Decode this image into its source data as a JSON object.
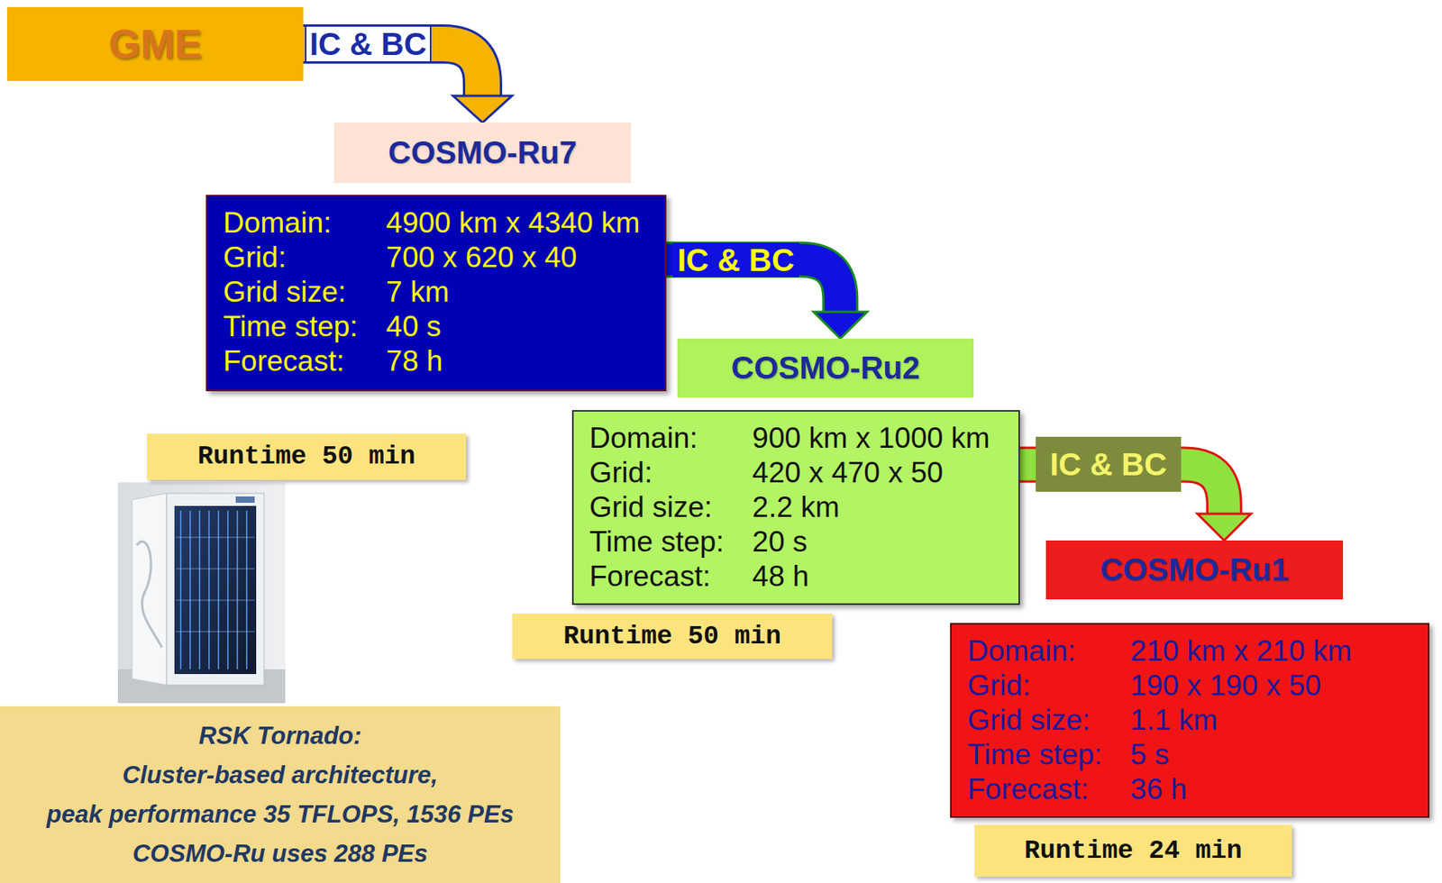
{
  "diagram": {
    "nodes": [
      {
        "text": [
          "GME"
        ]
      },
      {
        "text": [
          "COSMO-Ru7"
        ]
      },
      {
        "text": [
          "Domain:",
          "4900 km x 4340 km",
          "Grid:",
          "700 x 620 x 40",
          "Grid size:",
          "7 km",
          "Time step:",
          "40 s",
          "Forecast:",
          "78 h"
        ]
      },
      {
        "text": [
          "Runtime 50 min"
        ]
      },
      {
        "text": [
          "RSK Tornado:",
          "Cluster-based architecture,",
          "peak performance 35 TFLOPS, 1536 PEs",
          "COSMO-Ru uses 288 PEs"
        ]
      },
      {
        "text": [
          "COSMO-Ru2"
        ]
      },
      {
        "text": [
          "Domain:",
          "900 km x 1000 km",
          "Grid:",
          "420 x 470 x 50",
          "Grid size:",
          "2.2 km",
          "Time step:",
          "20 s",
          "Forecast:",
          "48 h"
        ]
      },
      {
        "text": [
          "Runtime 50 min"
        ]
      },
      {
        "text": [
          "COSMO-Ru1"
        ]
      },
      {
        "text": [
          "Domain:",
          "210 km x 210 km",
          "Grid:",
          "190 x 190 x 50",
          "Grid size:",
          "1.1 km",
          "Time step:",
          "5 s",
          "Forecast:",
          "36 h"
        ]
      },
      {
        "text": [
          "Runtime 24 min"
        ]
      }
    ],
    "edges": [
      {
        "from": 0,
        "to": 1,
        "arrow": "to",
        "label": "IC & BC"
      },
      {
        "from": 2,
        "to": 5,
        "arrow": "to",
        "label": "IC & BC"
      },
      {
        "from": 6,
        "to": 8,
        "arrow": "to",
        "label": "IC & BC"
      }
    ]
  }
}
